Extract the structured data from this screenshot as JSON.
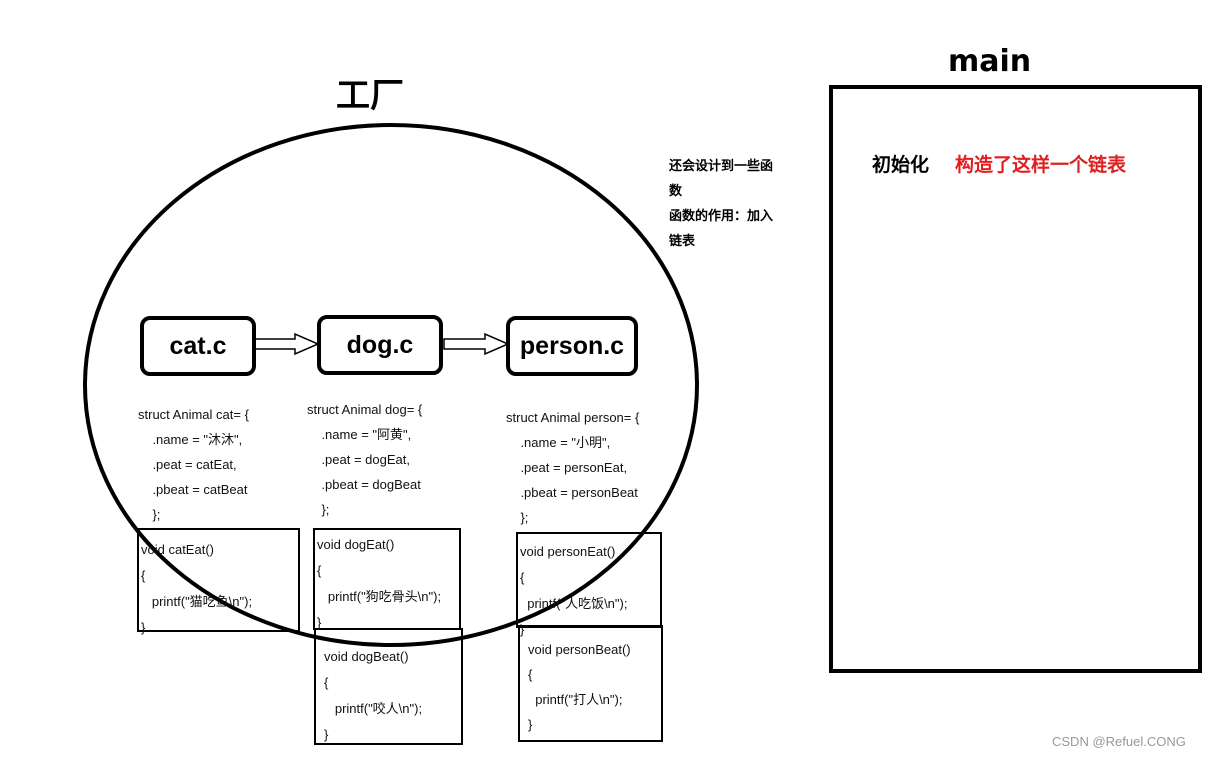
{
  "factory": {
    "title": "工厂"
  },
  "main_area": {
    "title": "main",
    "init_label": "初始化",
    "init_desc": "构造了这样一个链表"
  },
  "note": {
    "lines": [
      "还会设计到一些函",
      "数",
      "函数的作用：加入",
      "链表"
    ]
  },
  "files": {
    "cat": "cat.c",
    "dog": "dog.c",
    "person": "person.c"
  },
  "structs": {
    "cat": [
      "struct Animal cat= {",
      "    .name = \"沐沐\",",
      "    .peat = catEat,",
      "    .pbeat = catBeat",
      "    };"
    ],
    "dog": [
      "struct Animal dog= {",
      "    .name = \"阿黄\",",
      "    .peat = dogEat,",
      "    .pbeat = dogBeat",
      "    };"
    ],
    "person": [
      "struct Animal person= {",
      "    .name = \"小明\",",
      "    .peat = personEat,",
      "    .pbeat = personBeat",
      "    };"
    ]
  },
  "functions": {
    "cat_eat": [
      "void catEat()",
      "{",
      "   printf(\"猫吃鱼\\n\");",
      "}"
    ],
    "dog_eat": [
      "void dogEat()",
      "{",
      "   printf(\"狗吃骨头\\n\");",
      "}"
    ],
    "dog_beat": [
      "void dogBeat()",
      "{",
      "   printf(\"咬人\\n\");",
      "}"
    ],
    "person_eat": [
      "void personEat()",
      "{",
      "  printf(\"人吃饭\\n\");",
      "}"
    ],
    "person_beat": [
      "void personBeat()",
      "{",
      "  printf(\"打人\\n\");",
      "}"
    ]
  },
  "watermark": "CSDN @Refuel.CONG"
}
